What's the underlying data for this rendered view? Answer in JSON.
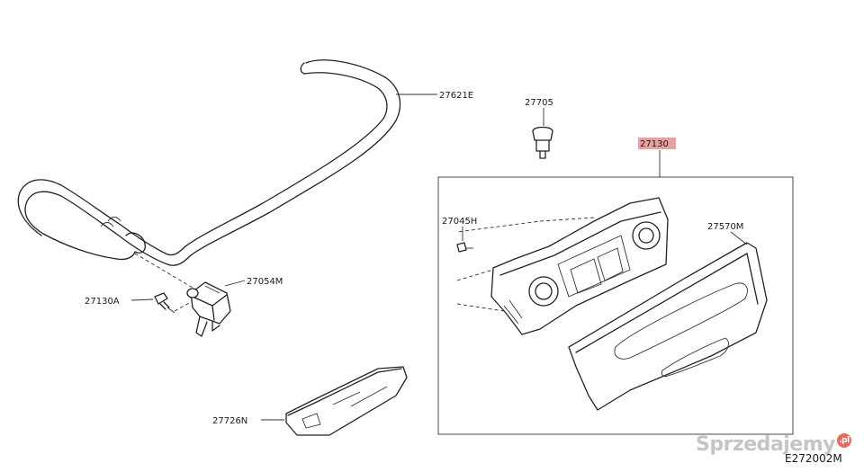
{
  "parts": {
    "hose": "27621E",
    "clip": "27705",
    "control_assy": "27130",
    "screw": "27045H",
    "finisher": "27570M",
    "sensor": "27054M",
    "sensor_screw": "27130A",
    "lower_part": "27726N"
  },
  "highlight_color": "#e8a0a0",
  "diagram_code": "E272002M",
  "watermark": {
    "text": "Sprzedajemy",
    "suffix": ".pl"
  }
}
